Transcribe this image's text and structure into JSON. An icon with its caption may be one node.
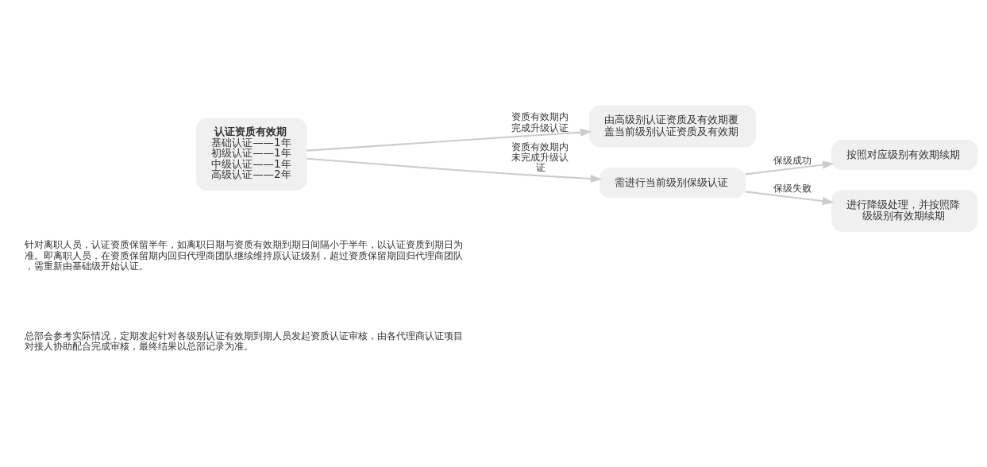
{
  "diagram": {
    "nodes": [
      {
        "text": [
          "认证资质有效期",
          "基础认证——1年",
          "初级认证——1年",
          "中级认证——1年",
          "高级认证——2年"
        ]
      },
      {
        "text": [
          "由高级别认证资质及有效期覆盖当前级别认证资质及有效期"
        ]
      },
      {
        "text": [
          "需进行当前级别保级认证"
        ]
      },
      {
        "text": [
          "按照对应级别有效期续期"
        ]
      },
      {
        "text": [
          "进行降级处理，并按照降级级别有效期续期"
        ]
      }
    ],
    "edges": [
      {
        "from": 0,
        "to": 1,
        "arrow": "to",
        "label": "资质有效期内完成升级认证"
      },
      {
        "from": 0,
        "to": 2,
        "arrow": "to",
        "label": "资质有效期内未完成升级认证"
      },
      {
        "from": 2,
        "to": 3,
        "arrow": "to",
        "label": "保级成功"
      },
      {
        "from": 2,
        "to": 4,
        "arrow": "to",
        "label": "保级失败"
      }
    ],
    "labels": [
      "针对离职人员，认证资质保留半年，如离职日期与资质有效期到期日间隔小于半年，以认证资质到期日为准。即离职人员，在资质保留期内回归代理商团队继续维持原认证级别，超过资质保留期回归代理商团队，需重新由基础级开始认证。",
      "总部会参考实际情况，定期发起针对各级别认证有效期到期人员发起资质认证审核，由各代理商认证项目对接人协助配合完成审核，最终结果以总部记录为准。"
    ]
  }
}
